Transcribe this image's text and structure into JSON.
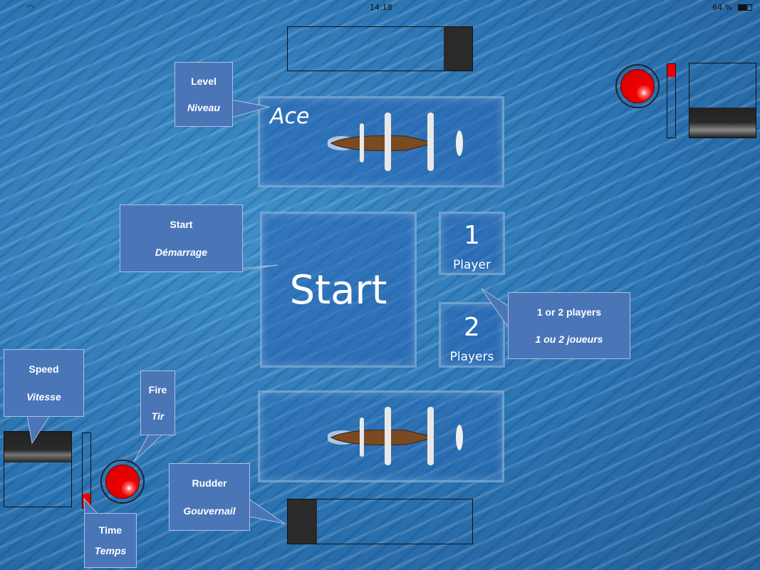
{
  "status_bar": {
    "time": "14:18",
    "battery": "64 %",
    "wifi_icon": "wifi-icon",
    "battery_icon": "battery-icon"
  },
  "level": {
    "value": "Ace"
  },
  "start": {
    "label": "Start"
  },
  "players": [
    {
      "number": "1",
      "label": "Player"
    },
    {
      "number": "2",
      "label": "Players"
    }
  ],
  "callouts": {
    "level": {
      "en": "Level",
      "fr": "Niveau"
    },
    "start": {
      "en": "Start",
      "fr": "Démarrage"
    },
    "players": {
      "en": "1 or 2 players",
      "fr": "1 ou 2 joueurs"
    },
    "speed": {
      "en": "Speed",
      "fr": "Vitesse"
    },
    "fire": {
      "en": "Fire",
      "fr": "Tir"
    },
    "rudder": {
      "en": "Rudder",
      "fr": "Gouvernail"
    },
    "time": {
      "en": "Time",
      "fr": "Temps"
    }
  },
  "colors": {
    "callout": "#4a76b8",
    "fire": "#e00000"
  }
}
